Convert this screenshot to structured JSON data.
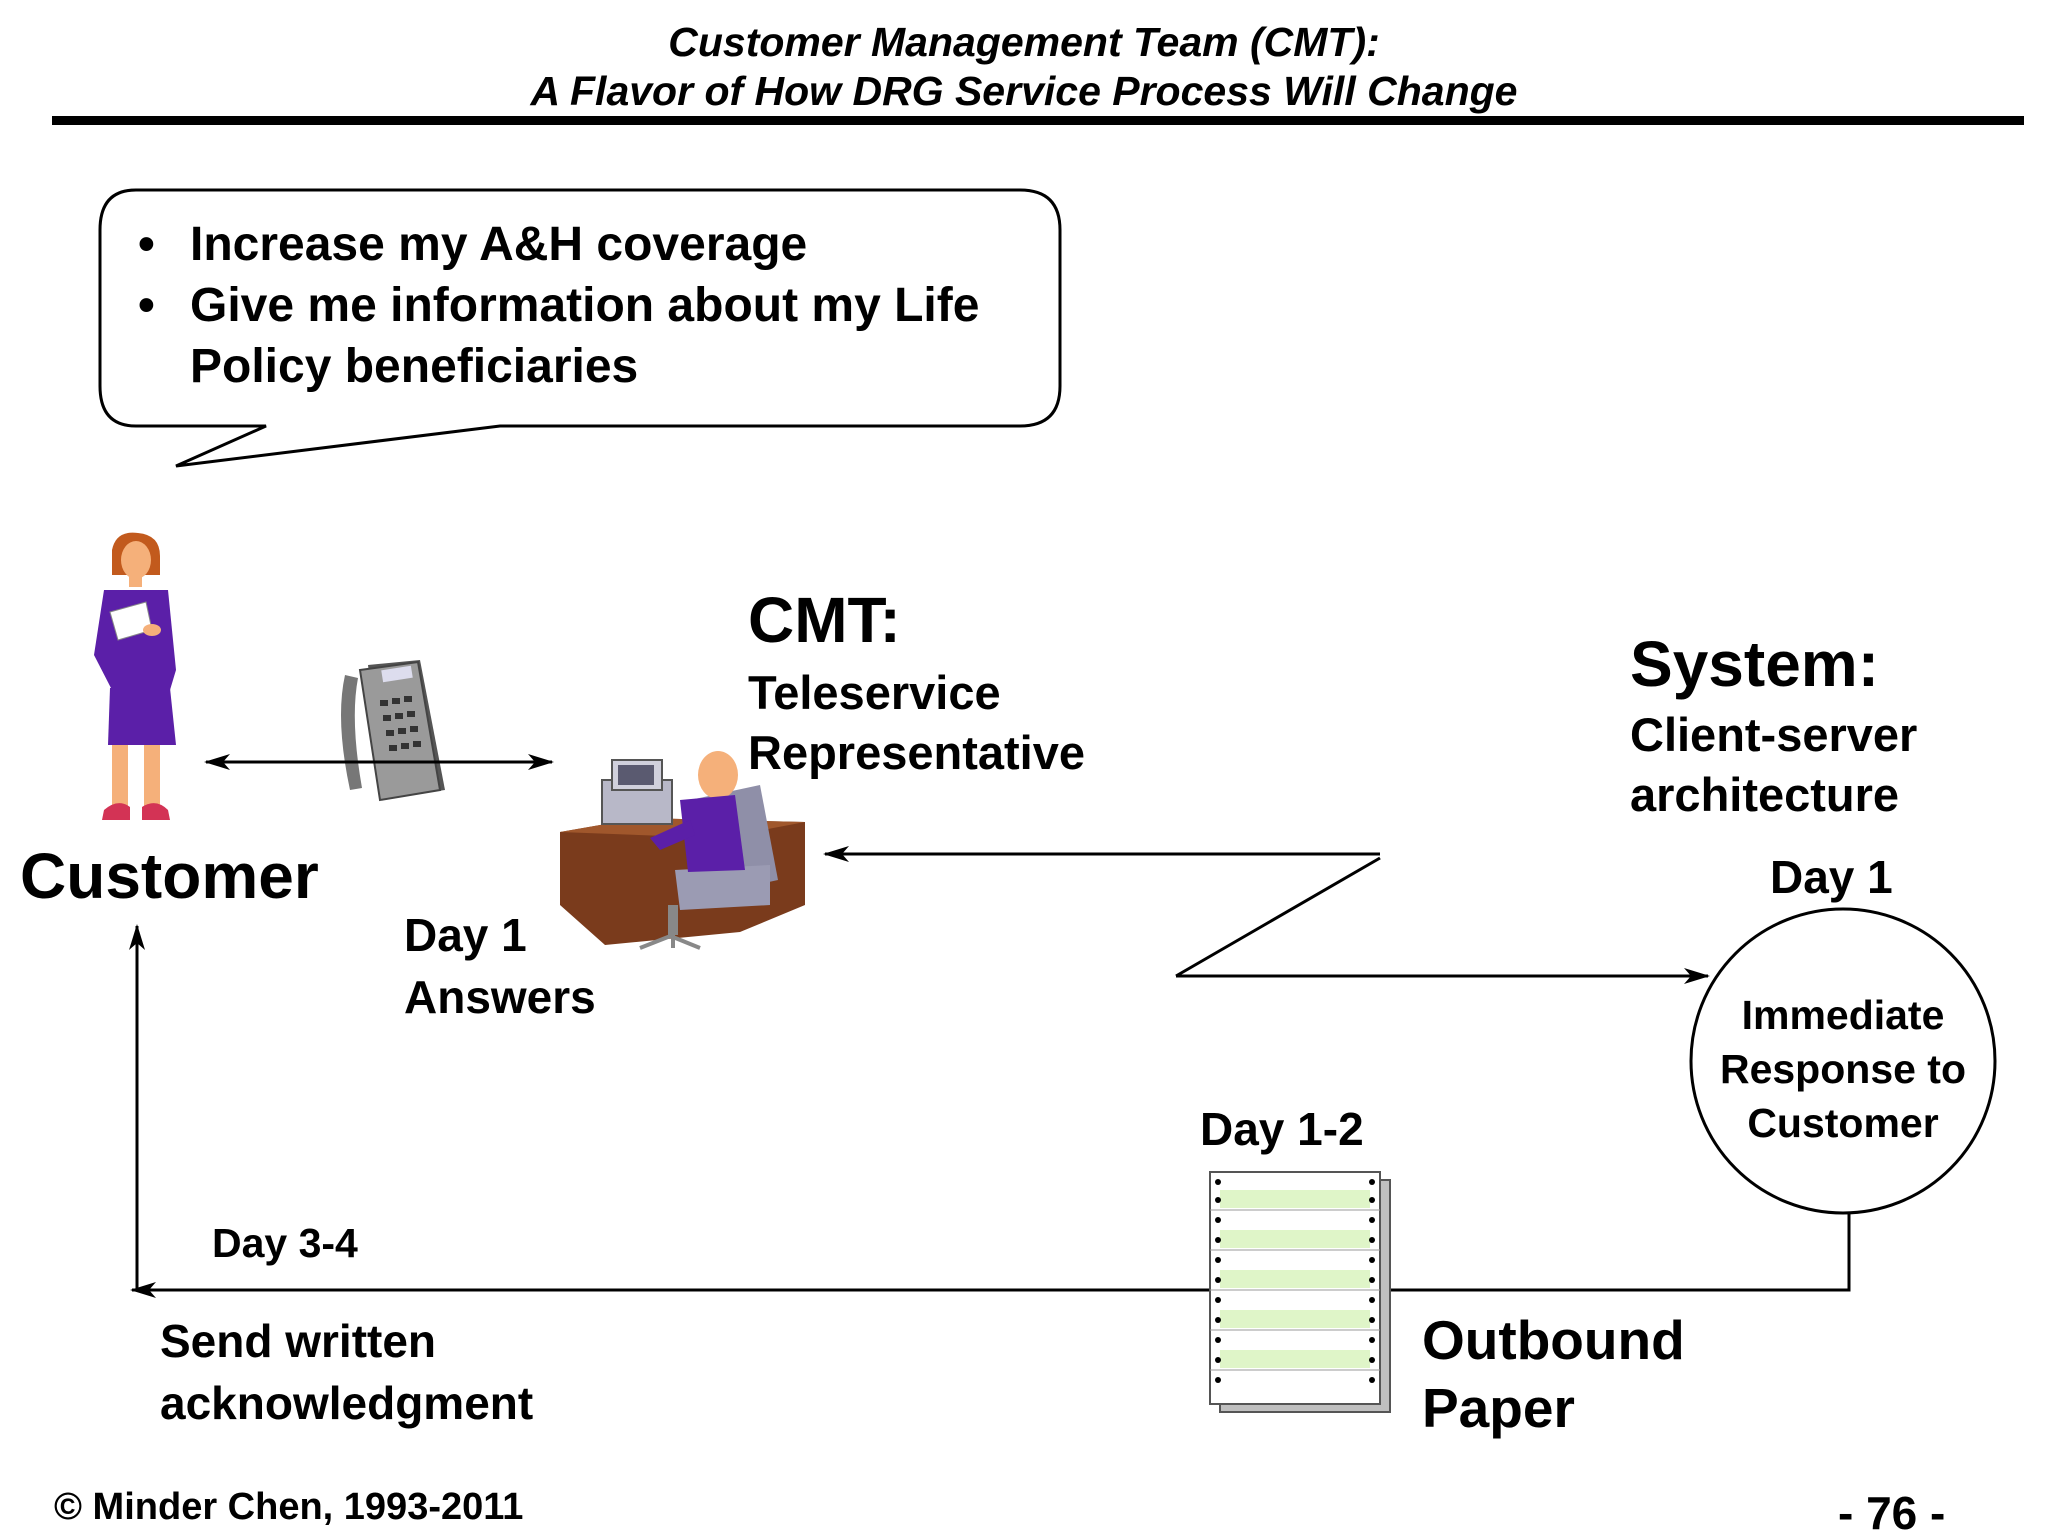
{
  "title": {
    "line1": "Customer Management Team (CMT):",
    "line2": "A Flavor of How DRG Service Process Will Change"
  },
  "bubble": {
    "items": [
      "Increase my A&H coverage",
      "Give me information about my Life Policy beneficiaries"
    ]
  },
  "customer": {
    "label": "Customer"
  },
  "cmt": {
    "heading": "CMT:",
    "sub1": "Teleservice",
    "sub2": "Representative"
  },
  "system": {
    "heading": "System:",
    "sub1": "Client-server",
    "sub2": "architecture"
  },
  "system_day": "Day 1",
  "circle": {
    "line1": "Immediate",
    "line2": "Response to",
    "line3": "Customer"
  },
  "answers": {
    "day": "Day 1",
    "label": "Answers"
  },
  "paper": {
    "day": "Day 1-2",
    "label1": "Outbound",
    "label2": "Paper"
  },
  "ack": {
    "day": "Day 3-4",
    "label1": "Send written",
    "label2": "acknowledgment"
  },
  "footer": {
    "copyright": "© Minder Chen, 1993-2011",
    "page": "- 76 -"
  },
  "colors": {
    "suit": "#5b1fa8",
    "skin": "#f5b07a",
    "desk": "#7a3b1c",
    "paper_band": "#dff5c8"
  },
  "icons": [
    "woman-figure-icon",
    "telephone-icon",
    "computer-operator-icon",
    "paper-stack-icon"
  ]
}
